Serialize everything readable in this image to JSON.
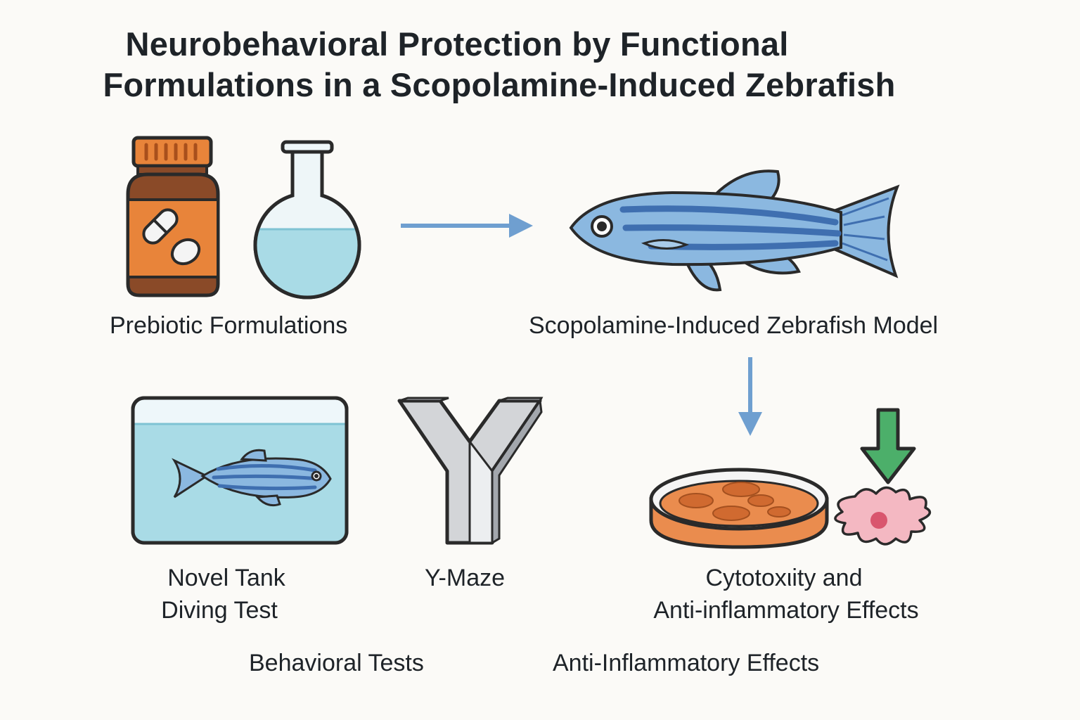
{
  "title": {
    "line1": "Neurobehavioral Protection by Functional",
    "line2": "Formulations in a Scopolamine-Induced Zebrafish"
  },
  "labels": {
    "prebiotic": "Prebiotic  Formulations",
    "model": "Scopolamine-Induced Zebrafish Model",
    "novel_tank_1": "Novel Tank",
    "novel_tank_2": "Diving Test",
    "ymaze": "Y-Maze",
    "cyto_1": "Cytotoxιity and",
    "cyto_2": "Anti-inflammatory Effects",
    "behavioral": "Behavioral Tests",
    "anti_inflammatory": "Anti-Inflammatory Effects"
  },
  "colors": {
    "bottle": "#e8843a",
    "bottle_dark": "#8a4a28",
    "flask_liquid": "#a9dbe6",
    "fish": "#8bb8e0",
    "fish_stripe": "#3f6fb0",
    "arrow_blue": "#6f9fd0",
    "arrow_green": "#4caf6a",
    "dish": "#ea8c4e",
    "cell": "#f4b8c2"
  },
  "icons": [
    "pill-bottle-icon",
    "flask-icon",
    "zebrafish-icon",
    "tank-icon",
    "y-maze-icon",
    "petri-dish-icon",
    "cell-icon"
  ]
}
